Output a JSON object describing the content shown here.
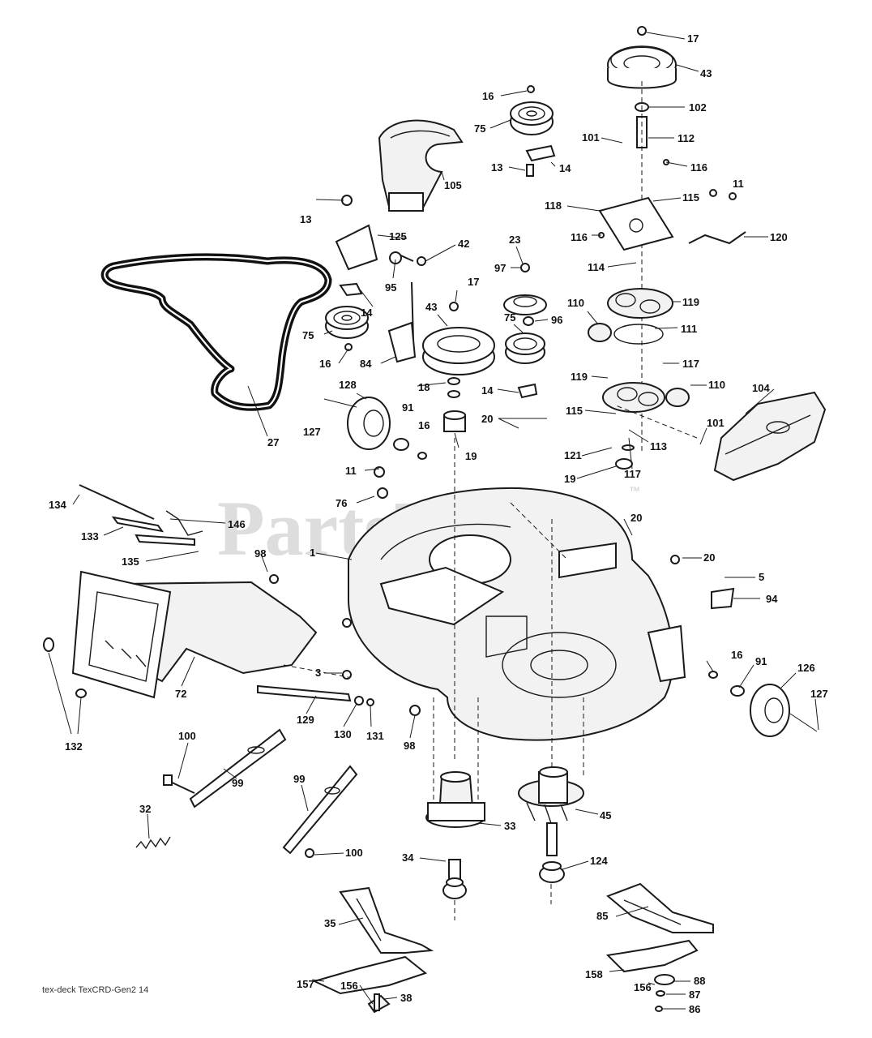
{
  "watermark": {
    "text": "PartsTree",
    "trademark": "™"
  },
  "footer": {
    "code": "tex-deck TexCRD-Gen2 14"
  },
  "callouts": [
    "17",
    "43",
    "102",
    "16",
    "75",
    "112",
    "101",
    "13",
    "14",
    "116",
    "105",
    "11",
    "118",
    "115",
    "13",
    "125",
    "42",
    "116",
    "120",
    "23",
    "95",
    "114",
    "97",
    "17",
    "43",
    "96",
    "75",
    "84",
    "14",
    "16",
    "75",
    "119",
    "110",
    "111",
    "128",
    "18",
    "14",
    "117",
    "119",
    "110",
    "104",
    "127",
    "91",
    "16",
    "20",
    "115",
    "101",
    "19",
    "113",
    "27",
    "121",
    "19",
    "117",
    "11",
    "76",
    "134",
    "146",
    "133",
    "20",
    "135",
    "98",
    "1",
    "20",
    "5",
    "94",
    "16",
    "91",
    "126",
    "3",
    "72",
    "129",
    "127",
    "130",
    "131",
    "98",
    "132",
    "100",
    "99",
    "45",
    "99",
    "33",
    "32",
    "100",
    "34",
    "124",
    "35",
    "85",
    "157",
    "156",
    "38",
    "158",
    "156",
    "88",
    "87",
    "86"
  ]
}
